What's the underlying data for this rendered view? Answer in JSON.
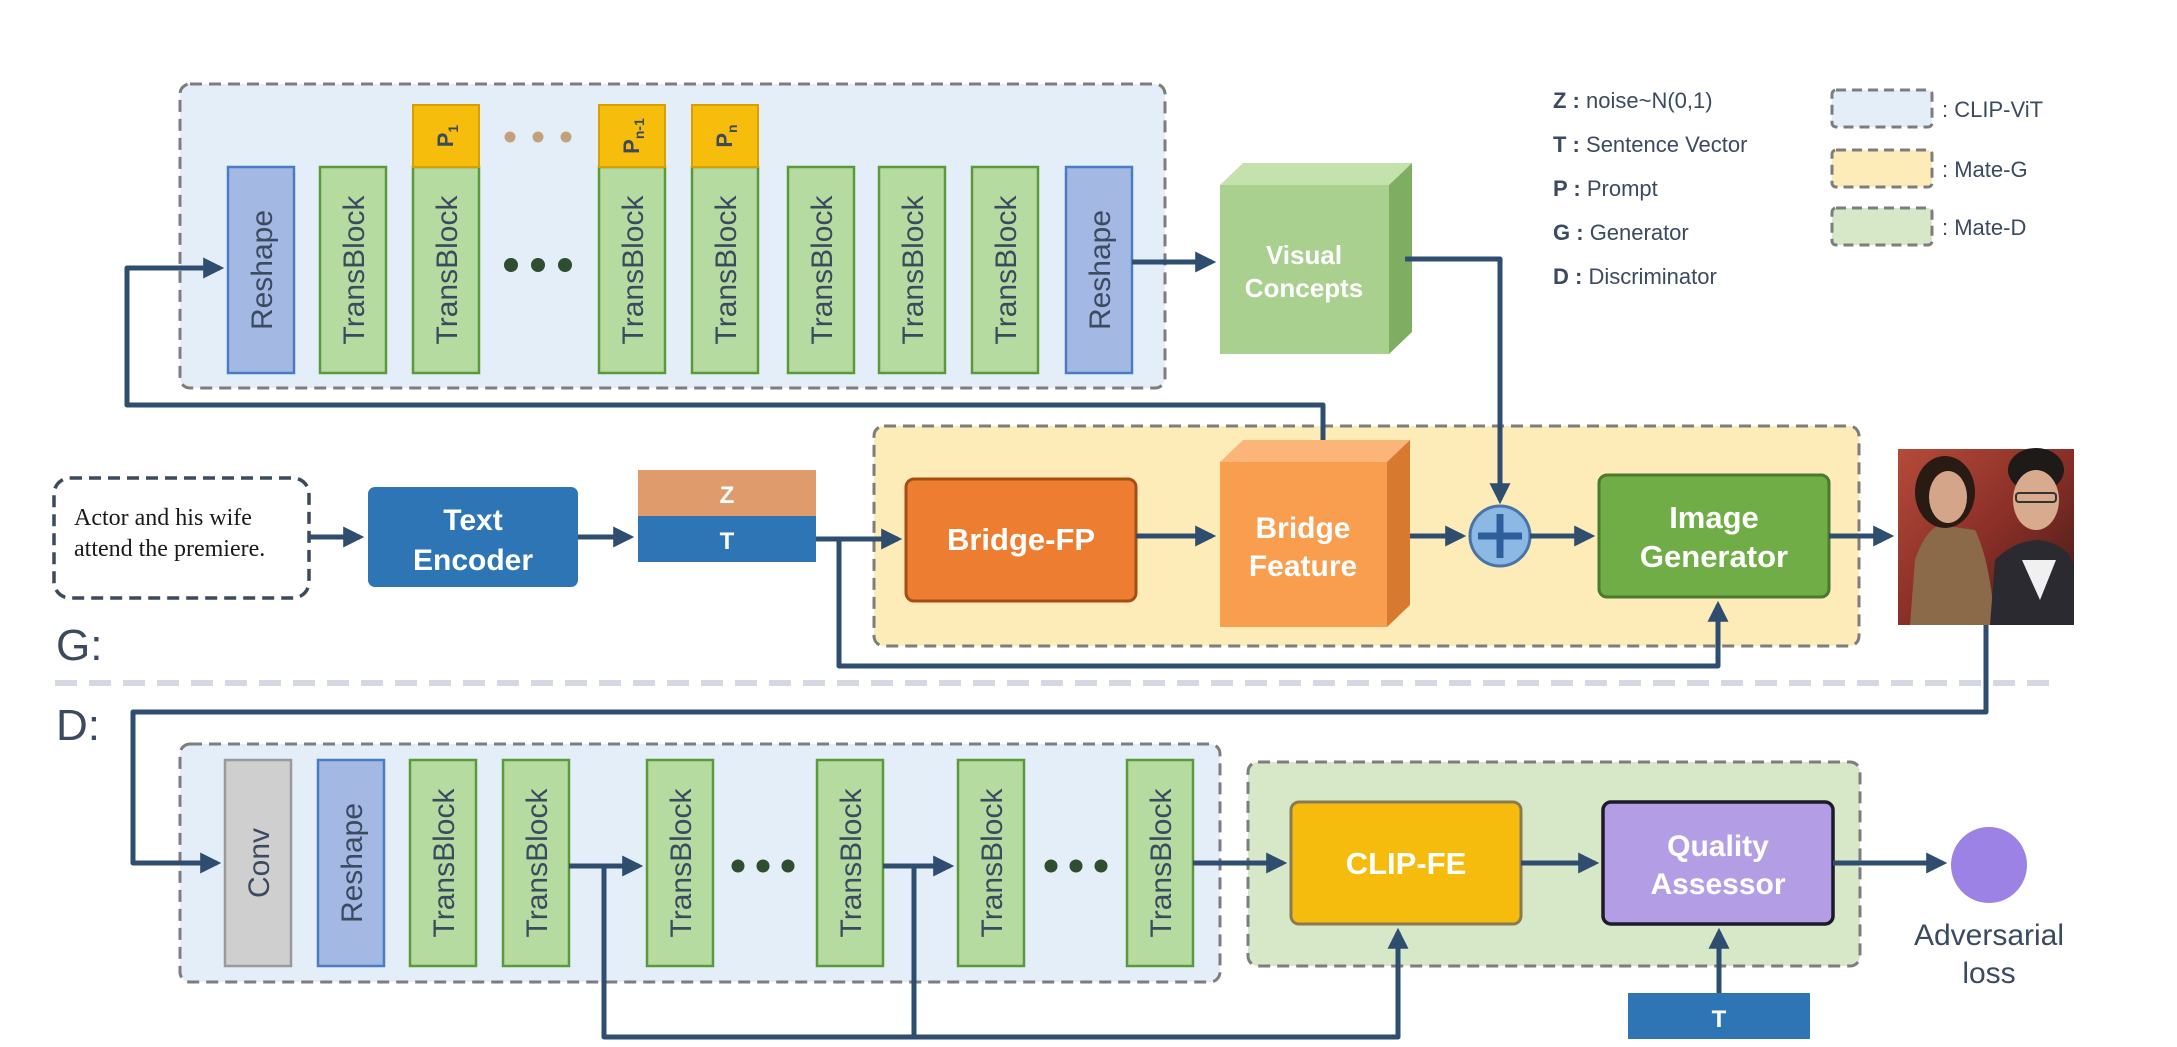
{
  "legend": {
    "symbols": [
      {
        "key": "Z :",
        "text": "noise~N(0,1)"
      },
      {
        "key": "T :",
        "text": "Sentence Vector"
      },
      {
        "key": "P :",
        "text": "Prompt"
      },
      {
        "key": "G :",
        "text": "Generator"
      },
      {
        "key": "D :",
        "text": "Discriminator"
      }
    ],
    "regions": [
      {
        "label": ": CLIP-ViT",
        "color": "#e3eef8"
      },
      {
        "label": ": Mate-G",
        "color": "#fdecb8"
      },
      {
        "label": ": Mate-D",
        "color": "#d7e8c8"
      }
    ]
  },
  "generator": {
    "section_label": "G:",
    "input_text_line1": "Actor and his wife",
    "input_text_line2": "attend the premiere.",
    "text_encoder_line1": "Text",
    "text_encoder_line2": "Encoder",
    "z_label": "Z",
    "t_label": "T",
    "bridge_fp": "Bridge-FP",
    "bridge_feature_line1": "Bridge",
    "bridge_feature_line2": "Feature",
    "image_generator_line1": "Image",
    "image_generator_line2": "Generator",
    "visual_concepts_line1": "Visual",
    "visual_concepts_line2": "Concepts",
    "clip_vit_blocks": [
      "Reshape",
      "TransBlock",
      "TransBlock",
      "TransBlock",
      "TransBlock",
      "TransBlock",
      "TransBlock",
      "TransBlock",
      "Reshape"
    ],
    "prompts": [
      {
        "base": "P",
        "sub": "1"
      },
      {
        "base": "P",
        "sub": "n-1"
      },
      {
        "base": "P",
        "sub": "n"
      }
    ]
  },
  "discriminator": {
    "section_label": "D:",
    "blocks": [
      "Conv",
      "Reshape",
      "TransBlock",
      "TransBlock",
      "TransBlock",
      "TransBlock",
      "TransBlock",
      "TransBlock"
    ],
    "clip_fe": "CLIP-FE",
    "quality_assessor_line1": "Quality",
    "quality_assessor_line2": "Assessor",
    "t_label": "T",
    "loss_line1": "Adversarial",
    "loss_line2": "loss"
  },
  "colors": {
    "arrow": "#2f4d6f",
    "clip_vit_bg": "#e3eef8",
    "mate_g_bg": "#fdecb8",
    "mate_d_bg": "#d7e8c8",
    "transblock": "#b5dba0",
    "transblock_border": "#5a9a3a",
    "reshape": "#a3b9e4",
    "reshape_border": "#4a7cc4",
    "prompt": "#f7bd0d",
    "text_encoder": "#2e75b6",
    "bridge_fp": "#ed7d31",
    "bridge_feature": "#f99d4e",
    "image_generator": "#70ad47",
    "visual_concepts": "#a9d08e",
    "clip_fe": "#f6bc0d",
    "quality_assessor": "#b39ee6",
    "loss_dot": "#9b82e4",
    "conv": "#cfcfcf"
  }
}
